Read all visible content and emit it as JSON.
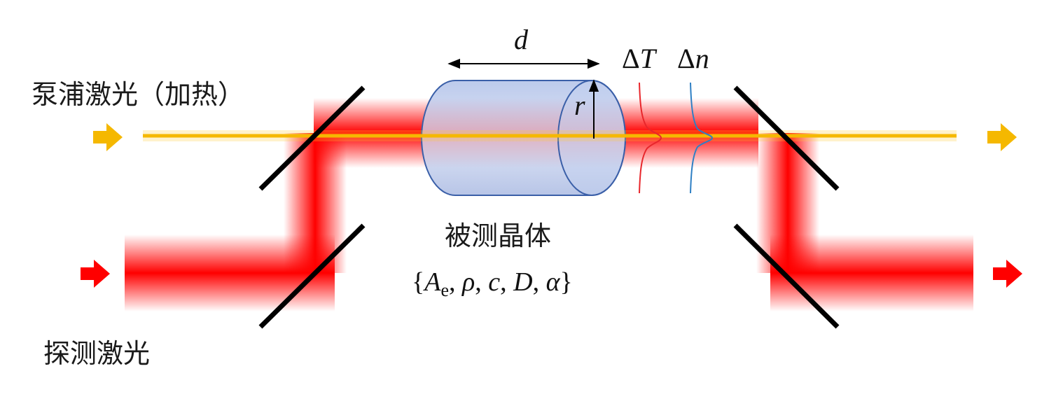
{
  "labels": {
    "pump_laser": "泵浦激光（加热）",
    "probe_laser": "探测激光",
    "crystal": "被测晶体",
    "params": {
      "open": "{",
      "A": "A",
      "A_sub": "e",
      "rest_1": ", ",
      "rho": "ρ",
      "rest_2": ", ",
      "c": "c",
      "rest_3": ", ",
      "D": "D",
      "rest_4": ", ",
      "alpha": "α",
      "close": "}"
    },
    "length": "d",
    "radius": "r",
    "delta_T": {
      "delta": "Δ",
      "sym": "T"
    },
    "delta_n": {
      "delta": "Δ",
      "sym": "n"
    }
  },
  "colors": {
    "pump": "#f5b800",
    "probe": "#ff0000",
    "crystal_fill": "#b8c8ec",
    "crystal_edge": "#3a5fa8",
    "temp_profile": "#e8262b",
    "index_profile": "#2e7fc4",
    "mirror": "#000000"
  }
}
